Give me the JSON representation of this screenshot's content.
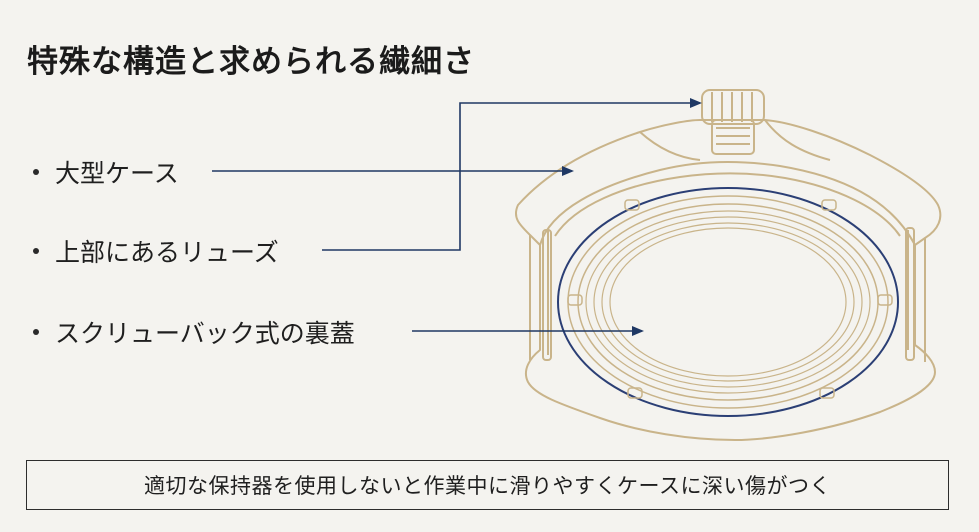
{
  "title": "特殊な構造と求められる繊細さ",
  "bullets": [
    {
      "label": "大型ケース"
    },
    {
      "label": "上部にあるリューズ"
    },
    {
      "label": "スクリューバック式の裏蓋"
    }
  ],
  "caption": "適切な保持器を使用しないと作業中に滑りやすくケースに深い傷がつく",
  "colors": {
    "background": "#f4f3ef",
    "leader_line": "#1f3864",
    "watch_outline": "#c9b48a",
    "watch_inner_ring": "#2b3f75",
    "text": "#1f1f1f"
  }
}
